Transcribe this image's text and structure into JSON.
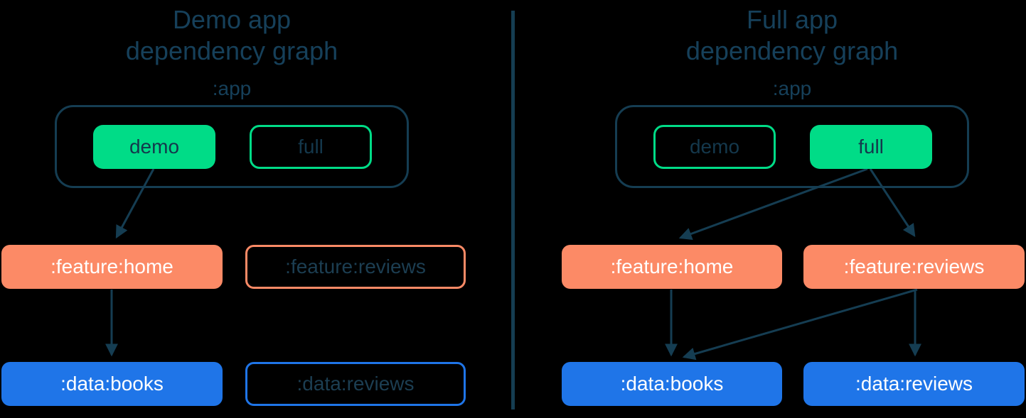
{
  "colors": {
    "background": "#000000",
    "navy_text_and_lines": "#16405a",
    "green_variant": "#00dc87",
    "orange_feature": "#fc8a66",
    "blue_data": "#1f75e8",
    "light_text": "#ffffff"
  },
  "divider": {
    "orientation": "vertical"
  },
  "panels": [
    {
      "id": "demo",
      "title_line1": "Demo app",
      "title_line2": "dependency graph",
      "app_label": ":app",
      "app_variants": [
        {
          "label": "demo",
          "selected": true
        },
        {
          "label": "full",
          "selected": false
        }
      ],
      "feature_modules": [
        {
          "label": ":feature:home",
          "included": true
        },
        {
          "label": ":feature:reviews",
          "included": false
        }
      ],
      "data_modules": [
        {
          "label": ":data:books",
          "included": true
        },
        {
          "label": ":data:reviews",
          "included": false
        }
      ],
      "edges": [
        {
          "from": "demo",
          "to": ":feature:home"
        },
        {
          "from": ":feature:home",
          "to": ":data:books"
        }
      ]
    },
    {
      "id": "full",
      "title_line1": "Full app",
      "title_line2": "dependency graph",
      "app_label": ":app",
      "app_variants": [
        {
          "label": "demo",
          "selected": false
        },
        {
          "label": "full",
          "selected": true
        }
      ],
      "feature_modules": [
        {
          "label": ":feature:home",
          "included": true
        },
        {
          "label": ":feature:reviews",
          "included": true
        }
      ],
      "data_modules": [
        {
          "label": ":data:books",
          "included": true
        },
        {
          "label": ":data:reviews",
          "included": true
        }
      ],
      "edges": [
        {
          "from": "full",
          "to": ":feature:home"
        },
        {
          "from": "full",
          "to": ":feature:reviews"
        },
        {
          "from": ":feature:home",
          "to": ":data:books"
        },
        {
          "from": ":feature:reviews",
          "to": ":data:books"
        },
        {
          "from": ":feature:reviews",
          "to": ":data:reviews"
        }
      ]
    }
  ]
}
